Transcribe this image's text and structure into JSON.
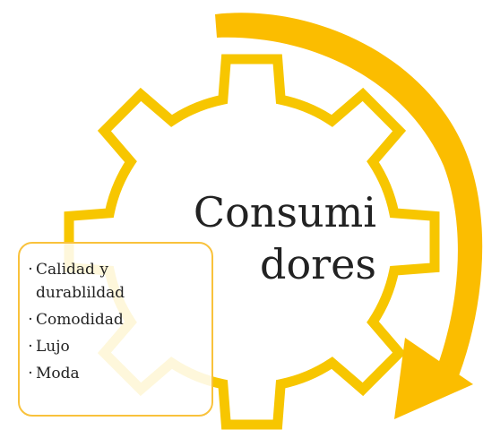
{
  "diagram": {
    "title_line1": "Consumi",
    "title_line2": "dores",
    "bullet_symbol": "·",
    "items": [
      {
        "line1": "Calidad y",
        "line2": "durablildad"
      },
      {
        "line1": "Comodidad"
      },
      {
        "line1": "Lujo"
      },
      {
        "line1": "Moda"
      }
    ],
    "colors": {
      "gear_stroke": "#f7c600",
      "arrow_fill": "#fbbd00",
      "box_border": "#f9c23c",
      "text": "#222222",
      "background": "#ffffff"
    },
    "icons": {
      "gear": "gear-outline-icon",
      "arrow": "curved-arrow-icon"
    }
  }
}
